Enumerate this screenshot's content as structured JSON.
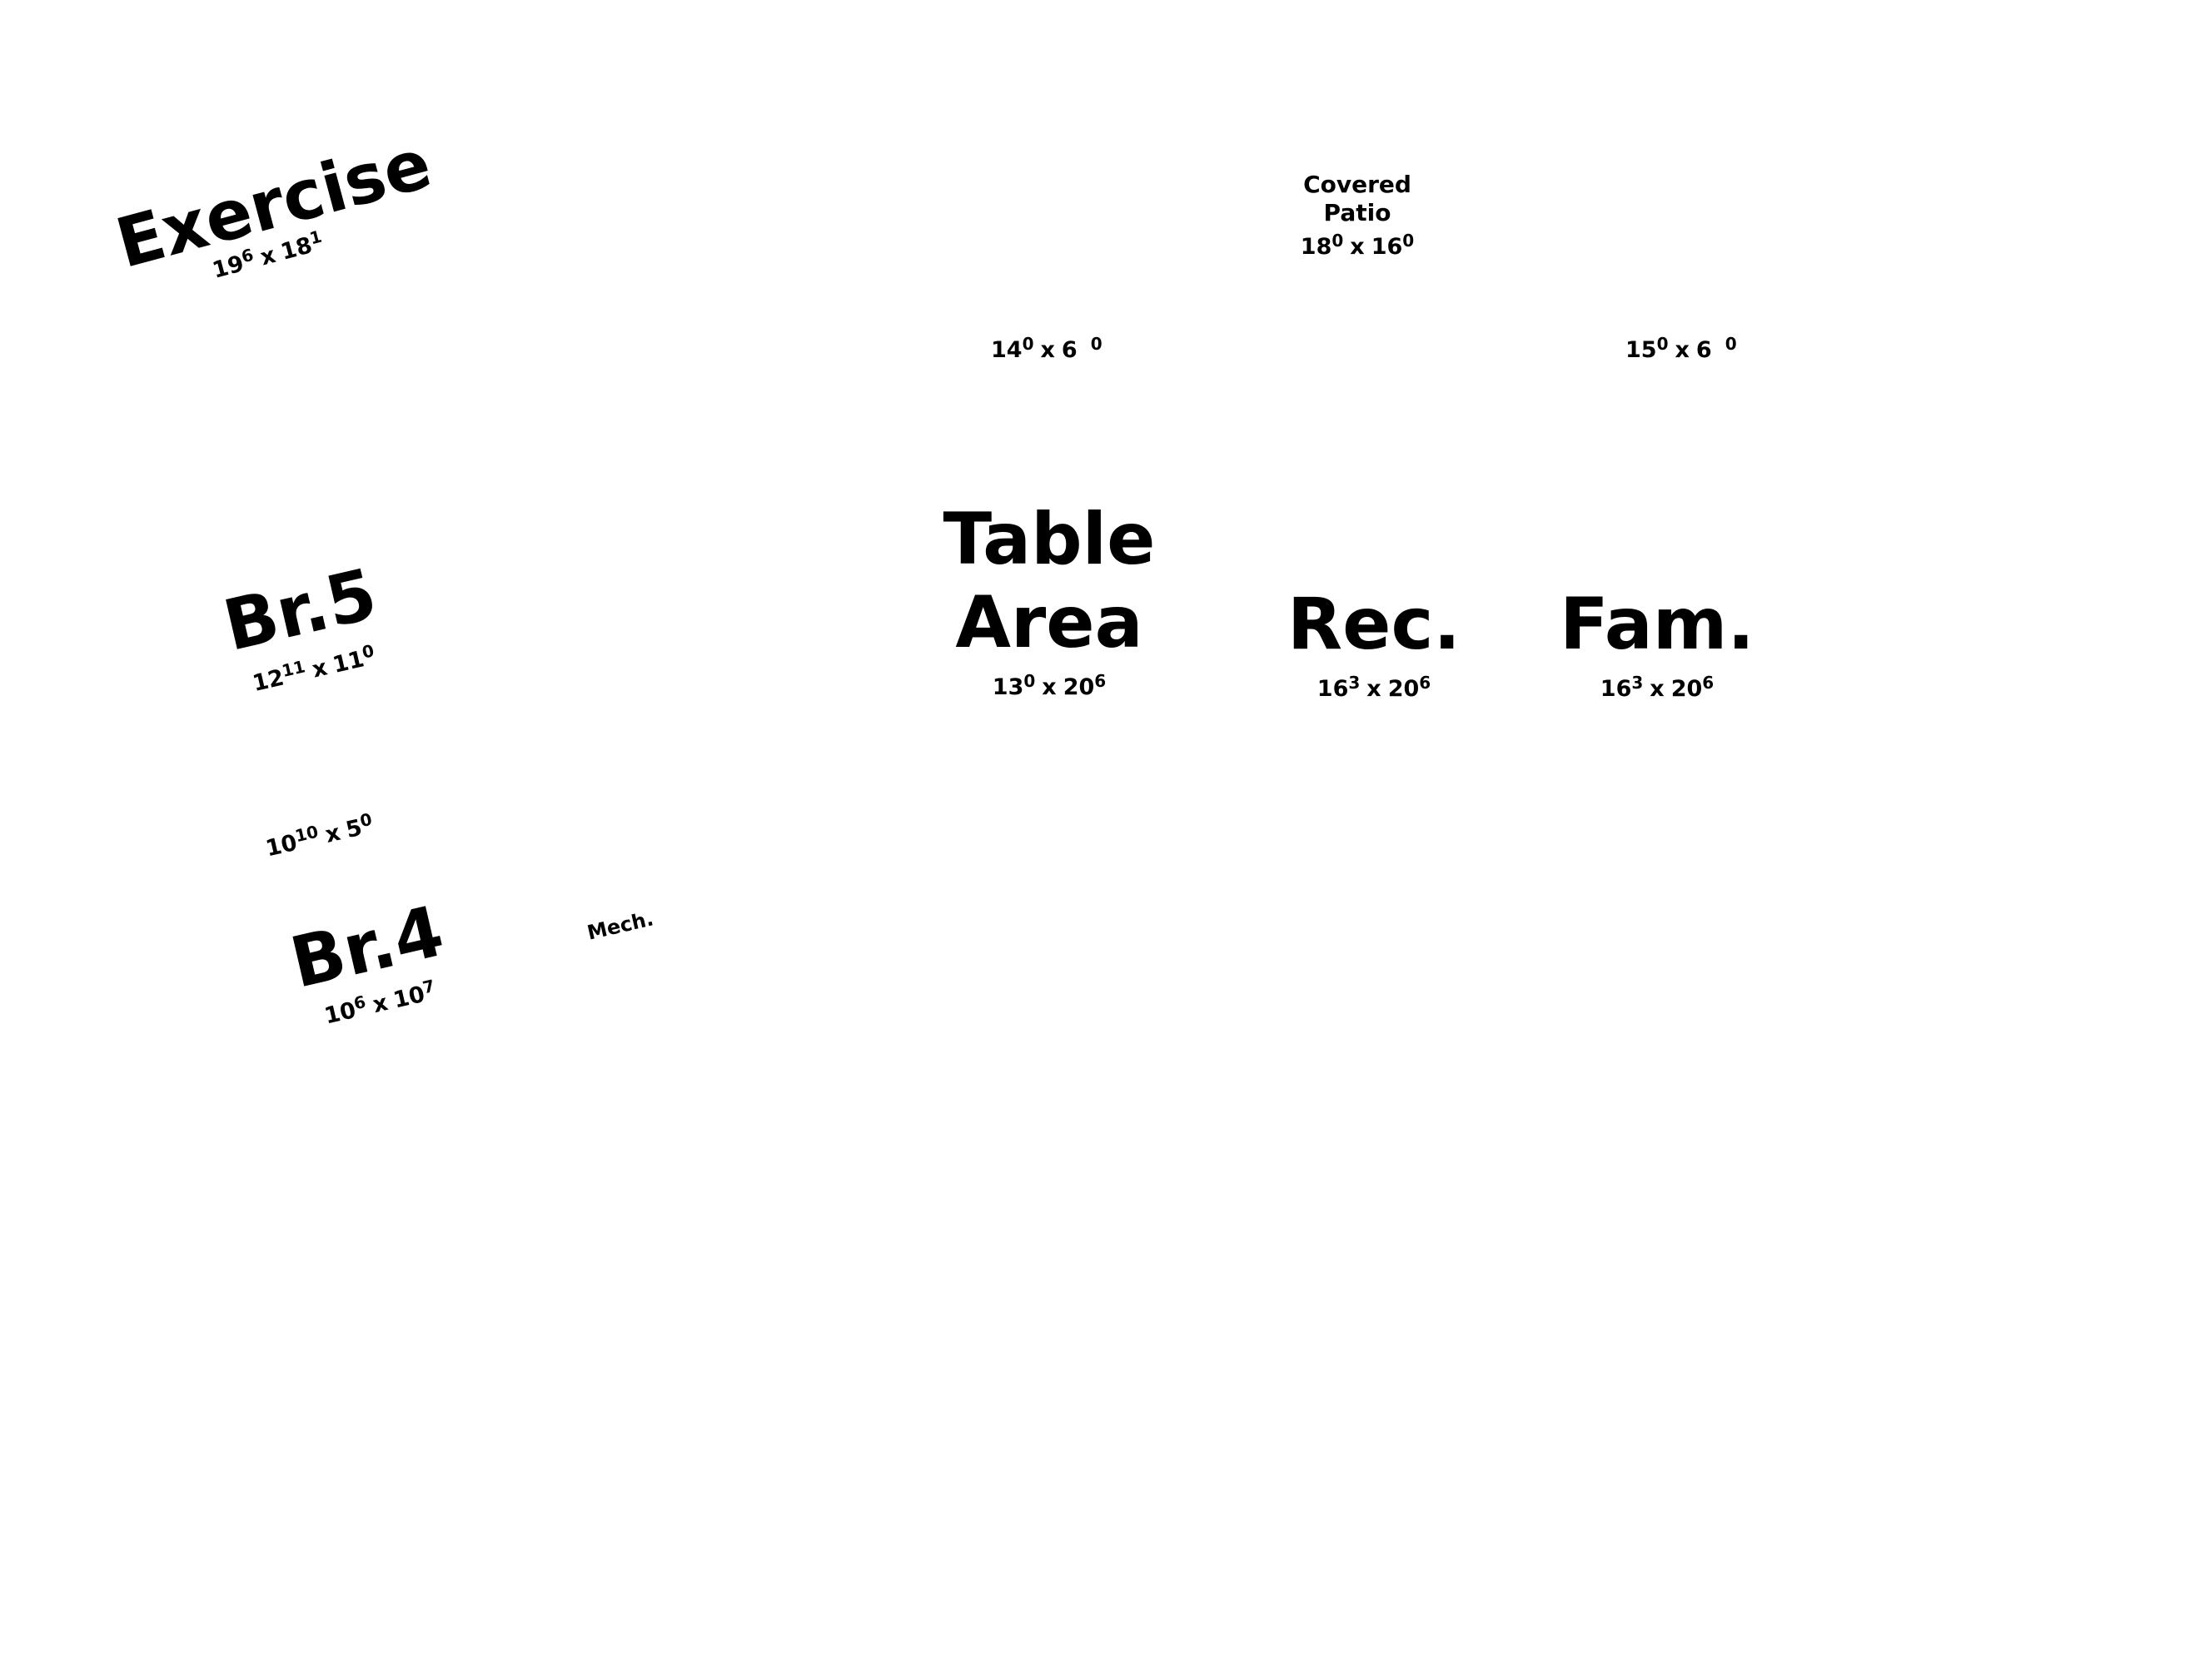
{
  "rooms": {
    "exercise": {
      "name": "Exercise",
      "w": "19",
      "w_in": "6",
      "d": "18",
      "d_in": "1"
    },
    "covered_patio": {
      "name_line1": "Covered",
      "name_line2": "Patio",
      "w": "18",
      "w_in": "0",
      "d": "16",
      "d_in": "0"
    },
    "patio_left": {
      "w": "14",
      "w_in": "0",
      "d": "6",
      "d_in": "0"
    },
    "patio_right": {
      "w": "15",
      "w_in": "0",
      "d": "6",
      "d_in": "0"
    },
    "table_area": {
      "name_line1": "Table",
      "name_line2": "Area",
      "w": "13",
      "w_in": "0",
      "d": "20",
      "d_in": "6"
    },
    "rec": {
      "name": "Rec.",
      "w": "16",
      "w_in": "3",
      "d": "20",
      "d_in": "6"
    },
    "fam": {
      "name": "Fam.",
      "w": "16",
      "w_in": "3",
      "d": "20",
      "d_in": "6"
    },
    "br5": {
      "name": "Br.5",
      "w": "12",
      "w_in": "11",
      "d": "11",
      "d_in": "0"
    },
    "closet": {
      "w": "10",
      "w_in": "10",
      "d": "5",
      "d_in": "0"
    },
    "br4": {
      "name": "Br.4",
      "w": "10",
      "w_in": "6",
      "d": "10",
      "d_in": "7"
    },
    "mech": {
      "name": "Mech."
    }
  }
}
